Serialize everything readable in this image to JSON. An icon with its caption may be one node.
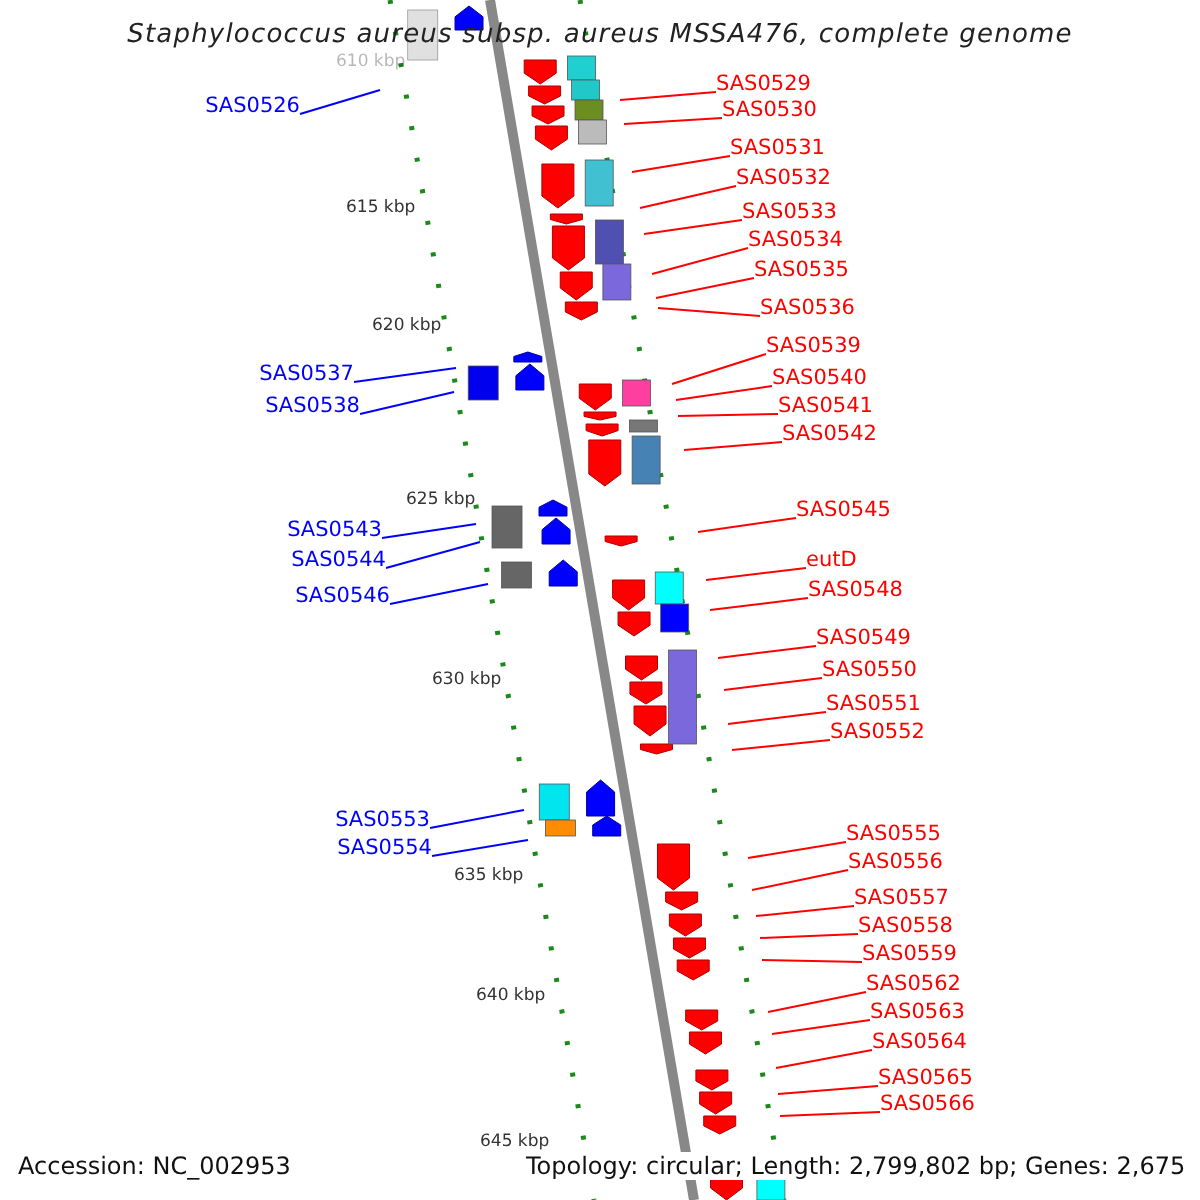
{
  "diagram": {
    "title": "Staphylococcus aureus subsp. aureus MSSA476, complete genome",
    "nodes": [
      {
        "text": [
          "SAS0529"
        ]
      },
      {
        "text": [
          "SAS0526"
        ]
      },
      {
        "text": [
          "SAS0530"
        ]
      },
      {
        "text": [
          "SAS0531"
        ]
      },
      {
        "text": [
          "SAS0532"
        ]
      },
      {
        "text": [
          "SAS0533"
        ]
      },
      {
        "text": [
          "SAS0534"
        ]
      },
      {
        "text": [
          "SAS0535"
        ]
      },
      {
        "text": [
          "SAS0536"
        ]
      },
      {
        "text": [
          "SAS0539"
        ]
      },
      {
        "text": [
          "SAS0537"
        ]
      },
      {
        "text": [
          "SAS0540"
        ]
      },
      {
        "text": [
          "SAS0538"
        ]
      },
      {
        "text": [
          "SAS0541"
        ]
      },
      {
        "text": [
          "SAS0542"
        ]
      },
      {
        "text": [
          "SAS0545"
        ]
      },
      {
        "text": [
          "SAS0543"
        ]
      },
      {
        "text": [
          "SAS0544"
        ]
      },
      {
        "text": [
          "eutD"
        ]
      },
      {
        "text": [
          "SAS0548"
        ]
      },
      {
        "text": [
          "SAS0546"
        ]
      },
      {
        "text": [
          "SAS0549"
        ]
      },
      {
        "text": [
          "SAS0550"
        ]
      },
      {
        "text": [
          "SAS0551"
        ]
      },
      {
        "text": [
          "SAS0552"
        ]
      },
      {
        "text": [
          "SAS0553"
        ]
      },
      {
        "text": [
          "SAS0555"
        ]
      },
      {
        "text": [
          "SAS0554"
        ]
      },
      {
        "text": [
          "SAS0556"
        ]
      },
      {
        "text": [
          "SAS0557"
        ]
      },
      {
        "text": [
          "SAS0558"
        ]
      },
      {
        "text": [
          "SAS0559"
        ]
      },
      {
        "text": [
          "SAS0562"
        ]
      },
      {
        "text": [
          "SAS0563"
        ]
      },
      {
        "text": [
          "SAS0564"
        ]
      },
      {
        "text": [
          "SAS0565"
        ]
      },
      {
        "text": [
          "SAS0566"
        ]
      }
    ],
    "edges": [
      {
        "from": 0,
        "to": null,
        "arrow": "none"
      },
      {
        "from": 1,
        "to": null,
        "arrow": "none",
        "color": "#0000ff"
      },
      {
        "from": 2,
        "to": null,
        "arrow": "none"
      },
      {
        "from": 3,
        "to": null,
        "arrow": "none"
      },
      {
        "from": 4,
        "to": null,
        "arrow": "none"
      },
      {
        "from": 5,
        "to": null,
        "arrow": "none"
      },
      {
        "from": 6,
        "to": null,
        "arrow": "none"
      },
      {
        "from": 7,
        "to": null,
        "arrow": "none"
      },
      {
        "from": 8,
        "to": null,
        "arrow": "none"
      },
      {
        "from": 9,
        "to": null,
        "arrow": "none"
      },
      {
        "from": 10,
        "to": null,
        "arrow": "none",
        "color": "#0000ff"
      },
      {
        "from": 11,
        "to": null,
        "arrow": "none"
      },
      {
        "from": 12,
        "to": null,
        "arrow": "none",
        "color": "#0000ff"
      },
      {
        "from": 13,
        "to": null,
        "arrow": "none"
      },
      {
        "from": 14,
        "to": null,
        "arrow": "none"
      },
      {
        "from": 15,
        "to": null,
        "arrow": "none"
      },
      {
        "from": 16,
        "to": null,
        "arrow": "none",
        "color": "#0000ff"
      },
      {
        "from": 17,
        "to": null,
        "arrow": "none",
        "color": "#0000ff"
      },
      {
        "from": 18,
        "to": null,
        "arrow": "none"
      },
      {
        "from": 19,
        "to": null,
        "arrow": "none"
      },
      {
        "from": 20,
        "to": null,
        "arrow": "none",
        "color": "#0000ff"
      },
      {
        "from": 21,
        "to": null,
        "arrow": "none"
      },
      {
        "from": 22,
        "to": null,
        "arrow": "none"
      },
      {
        "from": 23,
        "to": null,
        "arrow": "none"
      },
      {
        "from": 24,
        "to": null,
        "arrow": "none"
      },
      {
        "from": 25,
        "to": null,
        "arrow": "none",
        "color": "#0000ff"
      },
      {
        "from": 26,
        "to": null,
        "arrow": "none"
      },
      {
        "from": 27,
        "to": null,
        "arrow": "none",
        "color": "#0000ff"
      },
      {
        "from": 28,
        "to": null,
        "arrow": "none"
      },
      {
        "from": 29,
        "to": null,
        "arrow": "none"
      },
      {
        "from": 30,
        "to": null,
        "arrow": "none"
      },
      {
        "from": 31,
        "to": null,
        "arrow": "none"
      },
      {
        "from": 32,
        "to": null,
        "arrow": "none"
      },
      {
        "from": 33,
        "to": null,
        "arrow": "none"
      },
      {
        "from": 34,
        "to": null,
        "arrow": "none"
      },
      {
        "from": 35,
        "to": null,
        "arrow": "none"
      },
      {
        "from": 36,
        "to": null,
        "arrow": "none"
      }
    ],
    "labels": [
      "610 kbp",
      "615 kbp",
      "620 kbp",
      "625 kbp",
      "630 kbp",
      "635 kbp",
      "640 kbp",
      "645 kbp",
      "Accession: NC_002953",
      "Topology: circular; Length: 2,799,802 bp; Genes: 2,675"
    ]
  }
}
